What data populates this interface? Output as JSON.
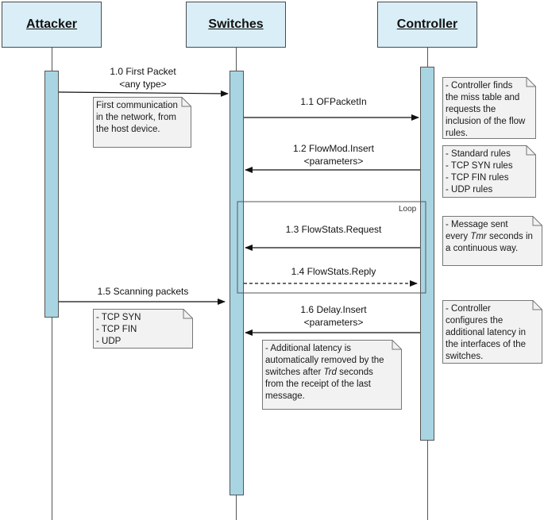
{
  "actors": {
    "attacker": "Attacker",
    "switches": "Switches",
    "controller": "Controller"
  },
  "messages": {
    "m1": "1.0 First Packet\n<any type>",
    "m11": "1.1 OFPacketIn",
    "m12": "1.2 FlowMod.Insert\n<parameters>",
    "m13": "1.3 FlowStats.Request",
    "m14": "1.4 FlowStats.Reply",
    "m15": "1.5 Scanning packets",
    "m16": "1.6 Delay.Insert\n<parameters>"
  },
  "loop_label": "Loop",
  "notes": {
    "first_comm": "First communication\nin the network, from\nthe host device.",
    "controller_finds": "- Controller finds\nthe miss table and\nrequests the\ninclusion of the flow\nrules.",
    "rules": "- Standard rules\n- TCP SYN rules\n- TCP FIN rules\n- UDP rules",
    "message_sent_a": "- Message sent\nevery ",
    "message_sent_var": "Tmr",
    "message_sent_b": " seconds in\na continuous way.",
    "scan_types": "- TCP SYN\n- TCP FIN\n- UDP",
    "configures": "- Controller\nconfigures the\nadditional latency in\nthe interfaces of the\nswitches.",
    "latency_a": "- Additional latency is\nautomatically removed by the\nswitches after ",
    "latency_var": "Trd",
    "latency_b": " seconds\nfrom the receipt of the last\nmessage."
  }
}
